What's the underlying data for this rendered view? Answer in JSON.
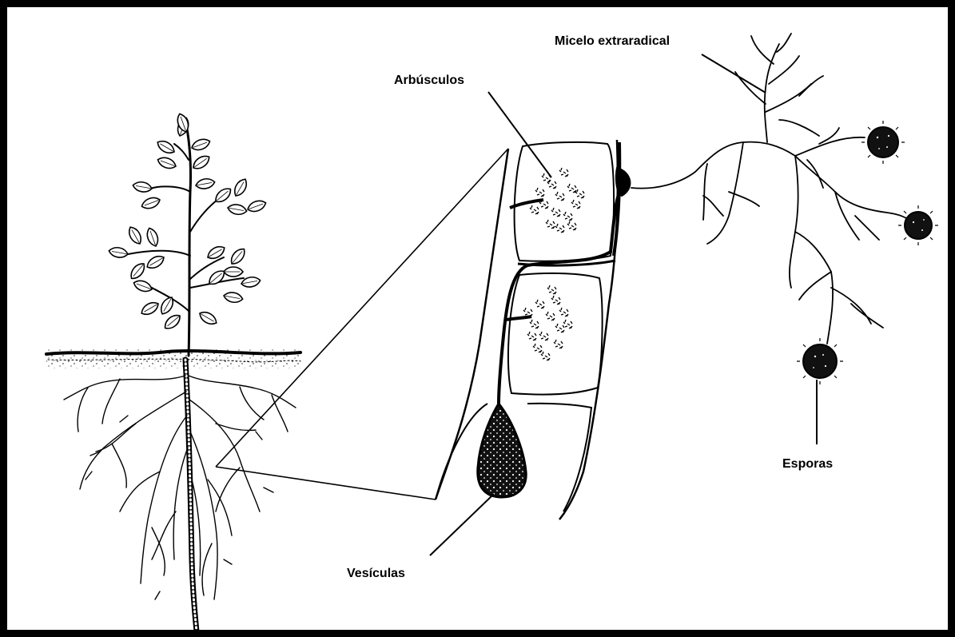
{
  "labels": {
    "micelo": "Micelo extraradical",
    "arbusculos": "Arbúsculos",
    "esporas": "Esporas",
    "vesiculas": "Vesículas"
  },
  "colors": {
    "ink": "#000000",
    "background": "#ffffff"
  }
}
